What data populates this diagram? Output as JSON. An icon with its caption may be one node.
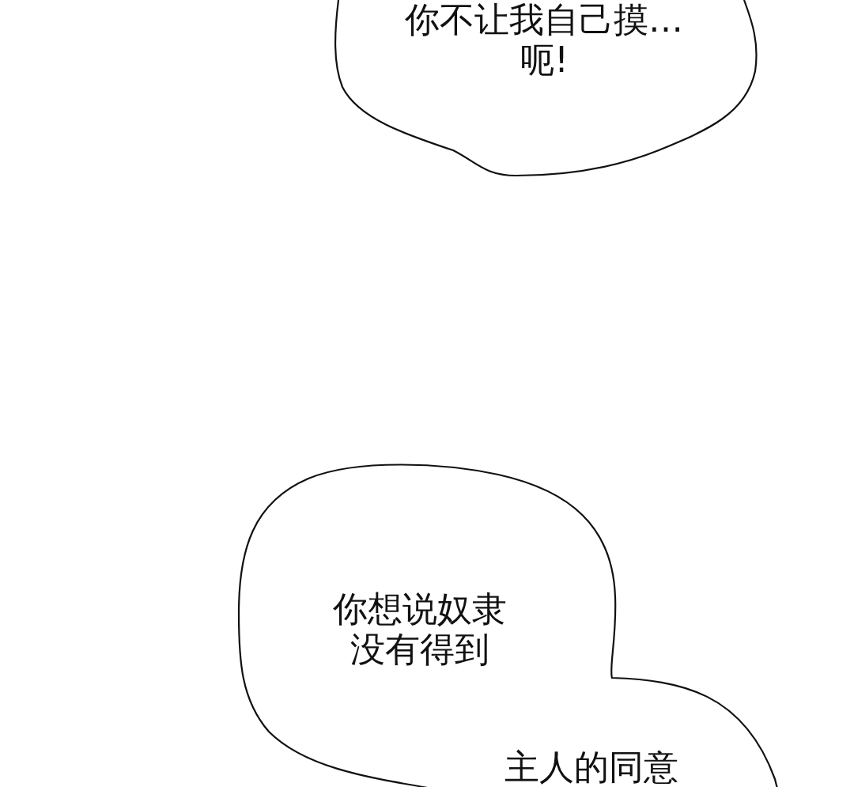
{
  "diagram": {
    "nodes": [
      {
        "text": [
          "你不让我自己摸…呃!"
        ]
      },
      {
        "text": [
          "你想说奴隶没有得到",
          "主人的同意"
        ]
      }
    ]
  }
}
